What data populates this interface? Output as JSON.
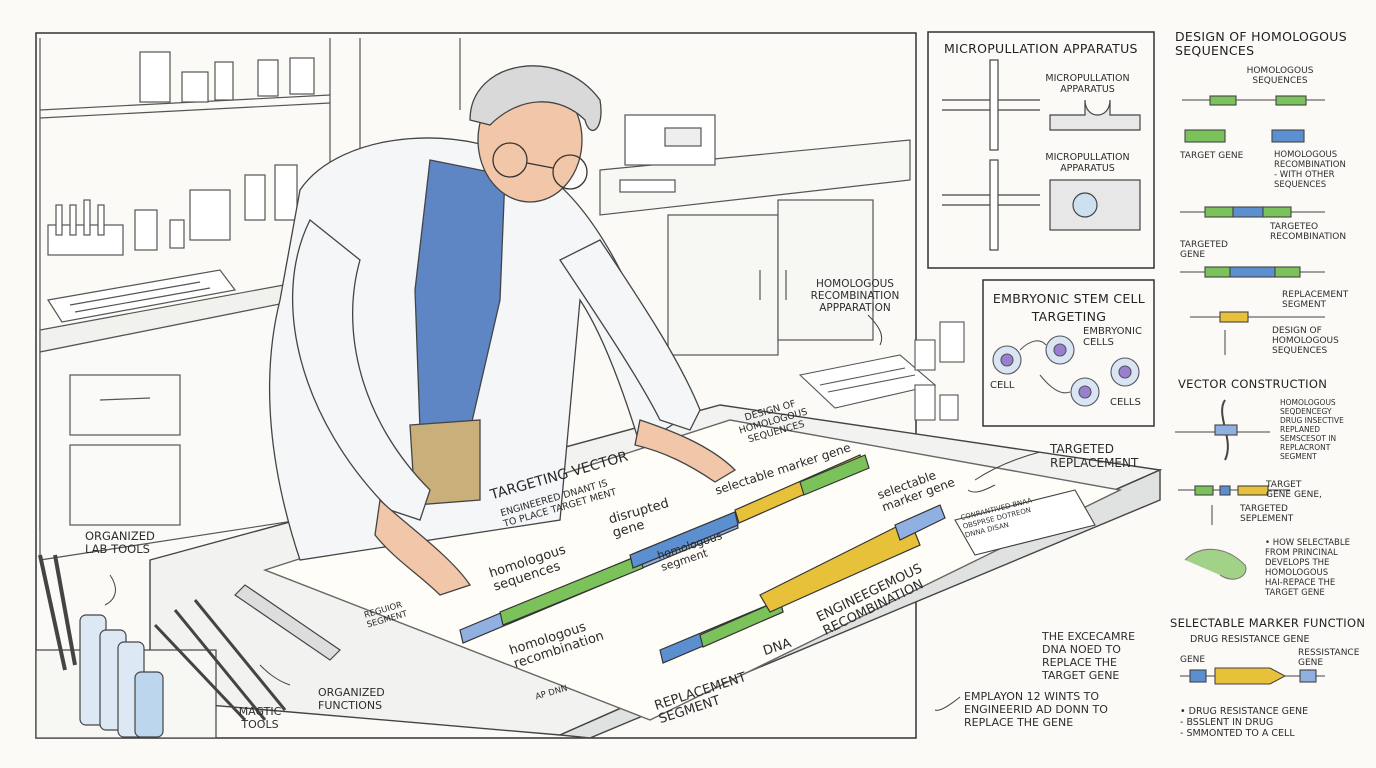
{
  "main": {
    "homologous_apparatus": "HOMOLOGOUS\nRECOMBINATION\nAPPPARATION",
    "targeting_vector_title": "TARGETING VECTOR",
    "targeting_vector_sub": "ENGINEERED DNANT IS\nTO PLACE TARGET MENT",
    "design_of_homologous": "DESIGN OF\nHOMOLOGOUS\nSEQUENCES",
    "selectable_marker_gene_1": "selectable marker gene",
    "targeted_replacement": "TARGETED\nREPLACEMENT",
    "selectable_marker_gene_2": "selectable\nmarker gene",
    "disrupted_gene": "disrupted\ngene",
    "homologous_sequences": "homologous\nsequences",
    "homologous_segment": "homologous\nsegment",
    "homologous_recombination": "homologous\nrecombination",
    "engineered_recombination": "ENGINEEGEMOUS\nRECOMBINATION",
    "dna": "DNA",
    "replacement_segment": "REPLACEMENT\nSEGMENT",
    "small_segment": "REGUIOR\nSEGMENT",
    "small_ap": "AP DNN",
    "organized_lab_tools": "ORGANIZED\nLAB TOOLS",
    "magtic_tools": "MAGTIC\nTOOLS",
    "organized_functions": "ORGANIZED\nFUNCTIONS",
    "bullet_excecamre": "THE EXCECAMRE\nDNA NOED TO\nREPLACE THE\nTARGET GENE",
    "bullet_emplayon": "EMPLAYON 12 WINTS TO\nENGINEERID AD DONN TO\nREPLACE THE GENE",
    "card_row1": "CONRANTIVED BNAA",
    "card_row2": "OBSPRSE    DOTREON",
    "card_row3": "DNNA     DISAN"
  },
  "micropullation": {
    "title": "MICROPULLATION APPARATUS",
    "label1": "MICROPULLATION\nAPPARATUS",
    "label2": "MICROPULLATION\nAPPARATUS"
  },
  "embryonic": {
    "title": "EMBRYONIC STEM CELL\nTARGETING",
    "embryonic_cells": "EMBRYONIC\nCELLS",
    "cell": "CELL",
    "cells": "CELLS"
  },
  "design_panel": {
    "title": "DESIGN OF HOMOLOGOUS\nSEQUENCES",
    "homologous_sequences": "HOMOLOGOUS\nSEQUENCES",
    "target_gene": "TARGET GENE",
    "homologous_recombination": "HOMOLOGOUS\nRECOMBINATION\n- WITH OTHER\nSEQUENCES",
    "targeted_recombination": "TARGETEO\nRECOMBINATION",
    "targeted_gene": "TARGETED\nGENE",
    "replacement_segment": "REPLACEMENT\nSEGMENT",
    "design_of": "DESIGN OF\nHOMOLOGOUS\nSEQUENCES"
  },
  "vector_panel": {
    "title": "VECTOR CONSTRUCTION",
    "desc": "HOMOLOGOUS\nSEQDENCEGY\nDRUG INSECTIVE\nREPLANED\nSEMSCESOT IN\nREPLACRONT\nSEGMENT",
    "target_gene": "TARGET\nGENE GENE,",
    "targeted_seplement": "TARGETED\nSEPLEMENT",
    "how_selectable": "• HOW SELECTABLE\nFROM PRINCINAL\nDEVELOPS THE\nHOMOLOGOUS\nHAI-REPACE THE\nTARGET GENE"
  },
  "selectable_panel": {
    "title": "SELECTABLE MARKER FUNCTION",
    "drug_resistance_gene": "DRUG RESISTANCE GENE",
    "gene": "GENE",
    "resistance_gene": "RESSISTANCE\nGENE",
    "bullets": "• DRUG RESISTANCE GENE\n- BSSLENT IN DRUG\n- SMMONTED TO A CELL"
  },
  "colors": {
    "green": "#7cc25a",
    "blue": "#5b8fd0",
    "yellow": "#e8c13a",
    "coat": "#f4f6f8",
    "shirt": "#5f86c4"
  }
}
